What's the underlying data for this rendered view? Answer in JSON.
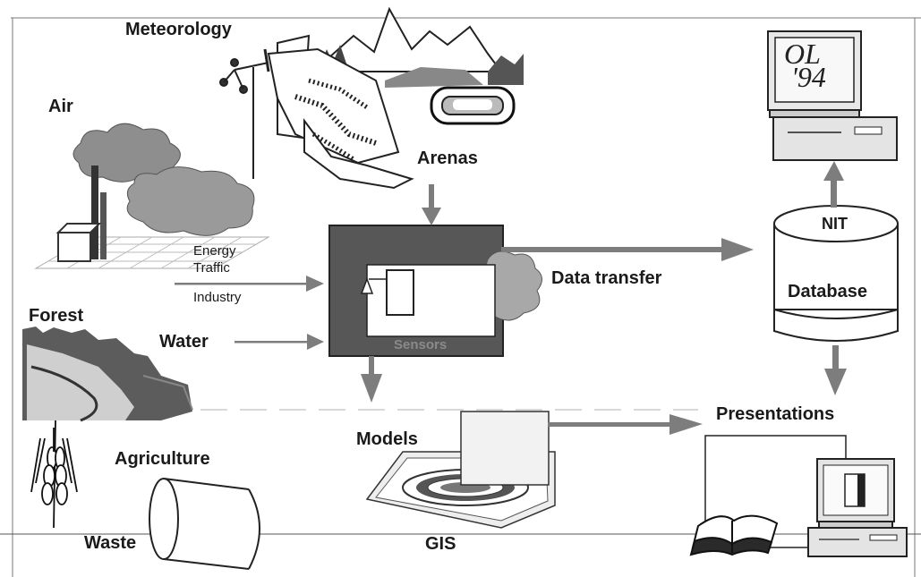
{
  "labels": {
    "meteorology": "Meteorology",
    "air": "Air",
    "arenas": "Arenas",
    "energy": "Energy",
    "traffic": "Traffic",
    "industry": "Industry",
    "forest": "Forest",
    "water": "Water",
    "agriculture": "Agriculture",
    "waste": "Waste",
    "sensors": "Sensors",
    "models": "Models",
    "gis": "GIS",
    "data_transfer": "Data transfer",
    "nit": "NIT",
    "database": "Database",
    "presentations": "Presentations",
    "ol_line1": "OL",
    "ol_line2": "'94"
  },
  "colors": {
    "ink": "#1a1a1a",
    "arrow": "#7d7d7d",
    "sensor_box": "#555555",
    "cloud": "#9a9a9a",
    "screen": "#f5f5f5"
  }
}
